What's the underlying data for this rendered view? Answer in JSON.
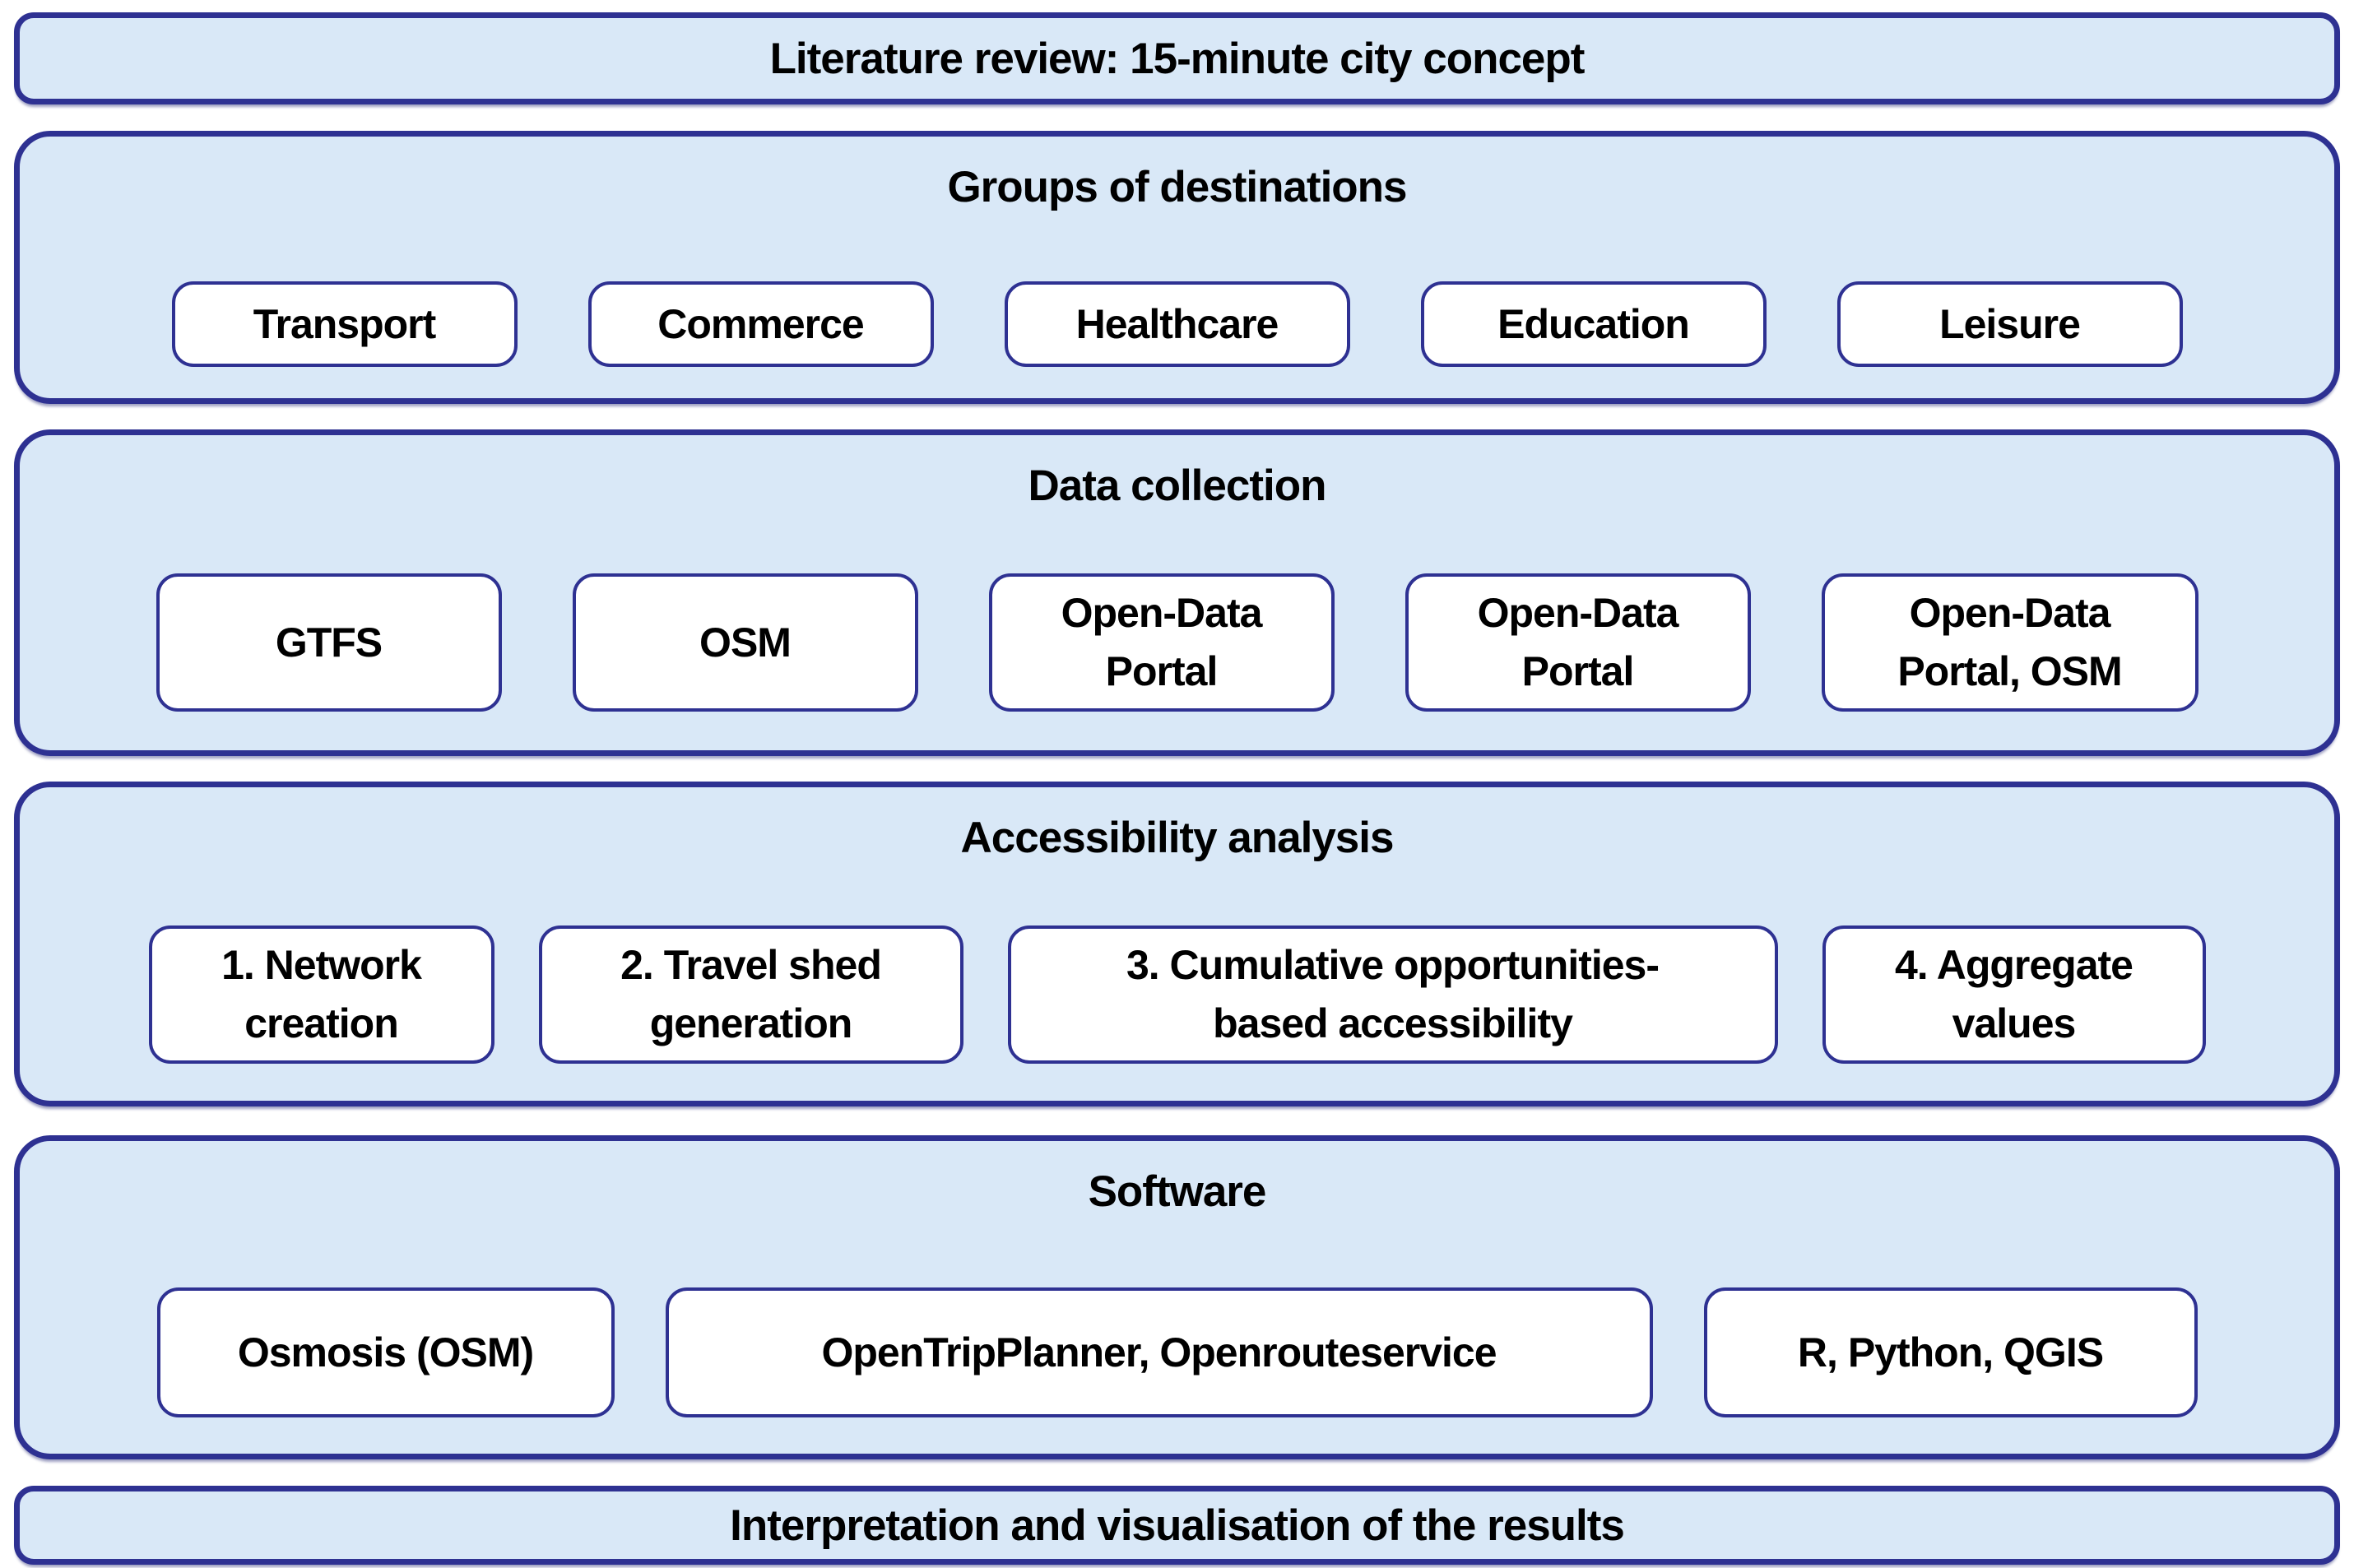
{
  "diagram": {
    "top_banner": "Literature review: 15-minute city concept",
    "bottom_banner": "Interpretation and visualisation of the results",
    "colors": {
      "section_fill": "#D9E8F7",
      "border": "#2E3192",
      "box_fill": "#FFFFFF",
      "text": "#000000"
    },
    "sections": [
      {
        "title": "Groups of destinations",
        "boxes": [
          "Transport",
          "Commerce",
          "Healthcare",
          "Education",
          "Leisure"
        ]
      },
      {
        "title": "Data collection",
        "boxes": [
          "GTFS",
          "OSM",
          "Open-Data\nPortal",
          "Open-Data\nPortal",
          "Open-Data\nPortal, OSM"
        ]
      },
      {
        "title": "Accessibility analysis",
        "boxes": [
          "1. Network\ncreation",
          "2. Travel shed\ngeneration",
          "3. Cumulative opportunities-\nbased accessibility",
          "4. Aggregate\nvalues"
        ]
      },
      {
        "title": "Software",
        "boxes": [
          "Osmosis (OSM)",
          "OpenTripPlanner, Openrouteservice",
          "R, Python, QGIS"
        ]
      }
    ]
  }
}
